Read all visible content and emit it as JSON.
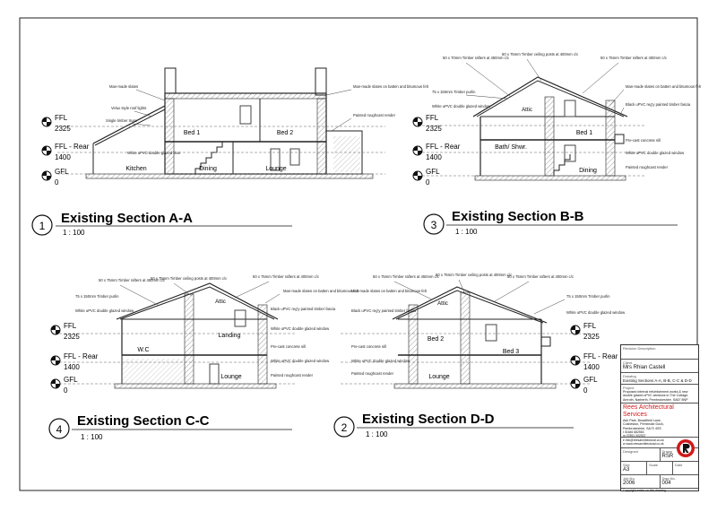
{
  "sections": [
    {
      "number": "1",
      "title": "Existing Section A-A",
      "scale": "1 : 100",
      "rooms": [
        "Bed 1",
        "Bed 2",
        "Kitchen",
        "Dining",
        "Lounge"
      ],
      "levels": [
        {
          "name": "FFL",
          "value": "2325"
        },
        {
          "name": "FFL - Rear",
          "value": "1400"
        },
        {
          "name": "GFL",
          "value": "0"
        }
      ],
      "notes": [
        "Man-made slates",
        "Velux style roof lights",
        "Single timber truss",
        "White uPVC double glazed door",
        "Man-made slates on batten and bitumous felt",
        "Painted roughcast render"
      ]
    },
    {
      "number": "3",
      "title": "Existing Section B-B",
      "scale": "1 : 100",
      "rooms": [
        "Attic",
        "Bath/ Shwr.",
        "Bed 1",
        "Dining"
      ],
      "levels": [
        {
          "name": "FFL",
          "value": "2325"
        },
        {
          "name": "FFL - Rear",
          "value": "1400"
        },
        {
          "name": "GFL",
          "value": "0"
        }
      ],
      "notes": [
        "50 x 70mm Timber rafters at 450mm c/c",
        "50 x 75mm Timber ceiling posts at 400mm c/c",
        "50 x 75mm Timber rafters at 400mm c/c",
        "75 x 150mm Timber purlin",
        "White uPVC double glazed window",
        "Man-made slates on batten and bitumous felt",
        "Black uPVC reg'y painted timber fascia",
        "Pre-cast concrete sill",
        "White uPVC double glazed window",
        "Painted roughcast render"
      ]
    },
    {
      "number": "4",
      "title": "Existing Section C-C",
      "scale": "1 : 100",
      "rooms": [
        "Attic",
        "W.C",
        "Landing",
        "Lounge"
      ],
      "levels": [
        {
          "name": "FFL",
          "value": "2325"
        },
        {
          "name": "FFL - Rear",
          "value": "1400"
        },
        {
          "name": "GFL",
          "value": "0"
        }
      ],
      "notes": [
        "50 x 75mm Timber rafters at 450mm c/c",
        "50 x 75mm Timber ceiling posts at 400mm c/c",
        "50 x 75mm Timber rafters at 400mm c/c",
        "75 x 150mm Timber purlin",
        "White uPVC double glazed window",
        "Man-made slates on batten and bitumous felt",
        "Black uPVC reg'y painted timber fascia",
        "White uPVC double glazed window",
        "Pre-cast concrete sill",
        "White uPVC double glazed window",
        "Painted roughcast render"
      ]
    },
    {
      "number": "2",
      "title": "Existing Section D-D",
      "scale": "1 : 100",
      "rooms": [
        "Attic",
        "Bed 2",
        "Bed 3",
        "Lounge"
      ],
      "levels": [
        {
          "name": "FFL",
          "value": "2325"
        },
        {
          "name": "FFL - Rear",
          "value": "1400"
        },
        {
          "name": "GFL",
          "value": "0"
        }
      ],
      "notes": [
        "50 x 75mm Timber rafters at 450mm c/c",
        "50 x 75mm Timber ceiling posts at 400mm c/c",
        "50 x 75mm Timber rafters at 400mm c/c",
        "Man-made slates on batten and bitumous felt",
        "Black uPVC reg'y painted timber fascia",
        "75 x 150mm Timber purlin",
        "White uPVC double glazed window",
        "Pre-cast concrete sill",
        "White uPVC double glazed window",
        "Painted roughcast render"
      ]
    }
  ],
  "title_block": {
    "revision_label": "Revision Description",
    "client_label": "Client",
    "client": "Mrs Rhian Castell",
    "drawing_label": "Drawing",
    "drawing": "Existing Sections A-A, B-B, C-C & D-D",
    "project_label": "Project",
    "project": "Proposed internal refurbishment works & new double glazed uPVC windows to The Cottage, Amroth, Narberth, Pembrokeshire, SA67 8NP",
    "firm": "Rees Architectural Services",
    "address": "Ash Park, Broadfield Lane, Cosheston, Pembroke Dock, Pembrokeshire, SA72 4SS",
    "tel": "t 01646 682563",
    "mob": "m 07891 002937",
    "email": "e info@reesarchitectural.co.uk",
    "web": "w www.reesarchitectural.co.uk",
    "designed_label": "Designed",
    "drawn_label": "Drawn",
    "drawn": "RSR",
    "size_label": "Size",
    "size": "A3",
    "scale_label": "Scale",
    "date_label": "Date",
    "job_label": "Job No.",
    "job_no": "2006",
    "dwg_label": "Dwg No.",
    "dwg_no": "004",
    "copyright": "Copyright exists on this drawing",
    "accent": "#d01818"
  }
}
